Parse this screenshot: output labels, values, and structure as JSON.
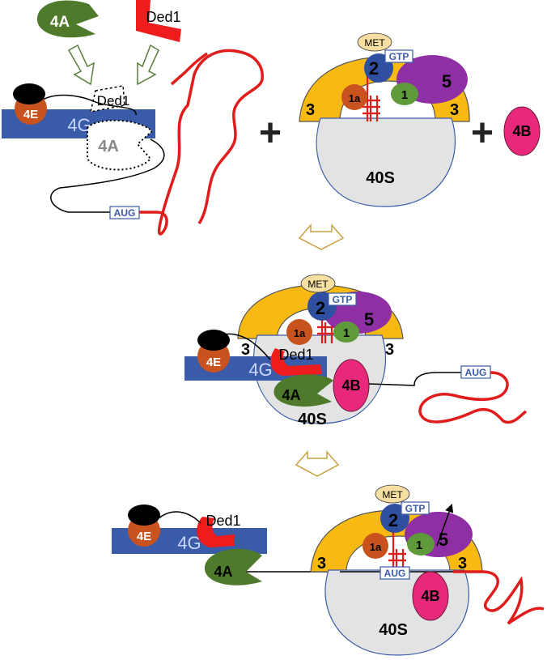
{
  "labels": {
    "eif4a": "4A",
    "ded1": "Ded1",
    "eif4e": "4E",
    "eif4g": "4G",
    "aug": "AUG",
    "met": "MET",
    "gtp": "GTP",
    "eif2": "2",
    "eif5": "5",
    "eif1a": "1a",
    "eif1": "1",
    "eif3": "3",
    "eif4b": "4B",
    "subunit40s": "40S",
    "plus": "+"
  },
  "colors": {
    "eif4a": "#4f7a2c",
    "ded1": "#ee1c1c",
    "eif4g": "#3a5ba8",
    "eif4e": "#c9531e",
    "cap": "#000000",
    "eif3": "#f7b912",
    "subunit40s": "#e3e3e3",
    "eif2": "#2f4fa0",
    "eif5": "#8e2fa3",
    "eif1": "#5f9a3a",
    "eif1a": "#c9531e",
    "met": "#f6dfa0",
    "eif4b": "#e8287a",
    "trna": "#e11c1c",
    "mrna_5utr": "#000000",
    "mrna_cds": "#e11c1c",
    "arrow_open_green": "#5a7d3a",
    "arrow_open_gold": "#c8a040"
  },
  "icons": {
    "step_arrow": "open-down-arrow-icon",
    "move_arrow": "arrow-up-right-icon"
  }
}
